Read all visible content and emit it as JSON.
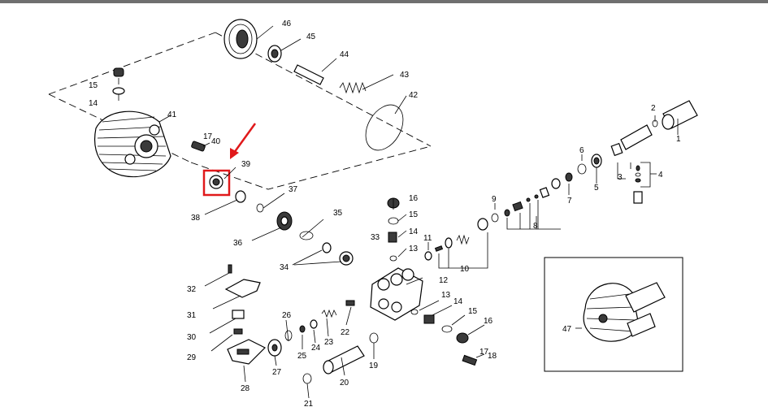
{
  "labels": {
    "p1": "1",
    "p2": "2",
    "p3": "3",
    "p4": "4",
    "p5": "5",
    "p6": "6",
    "p7": "7",
    "p8": "8",
    "p9": "9",
    "p10": "10",
    "p11": "11",
    "p12": "12",
    "p13a": "13",
    "p13b": "13",
    "p14a": "14",
    "p14b": "14",
    "p14c": "14",
    "p15a": "15",
    "p15b": "15",
    "p15c": "15",
    "p16a": "16",
    "p16b": "16",
    "p17a": "17",
    "p17b": "17",
    "p18": "18",
    "p19": "19",
    "p20": "20",
    "p21": "21",
    "p22": "22",
    "p23": "23",
    "p24": "24",
    "p25": "25",
    "p26": "26",
    "p27": "27",
    "p28": "28",
    "p29": "29",
    "p30": "30",
    "p31": "31",
    "p32": "32",
    "p33": "33",
    "p34": "34",
    "p35": "35",
    "p36": "36",
    "p37": "37",
    "p38": "38",
    "p39": "39",
    "p40": "40",
    "p41": "41",
    "p42": "42",
    "p43": "43",
    "p44": "44",
    "p45": "45",
    "p46": "46",
    "p47": "47"
  },
  "colors": {
    "highlight": "#e0191b",
    "arrow": "#e0191b",
    "line": "#000000",
    "topbar": "#6f6f6f"
  },
  "highlighted_part": "39"
}
